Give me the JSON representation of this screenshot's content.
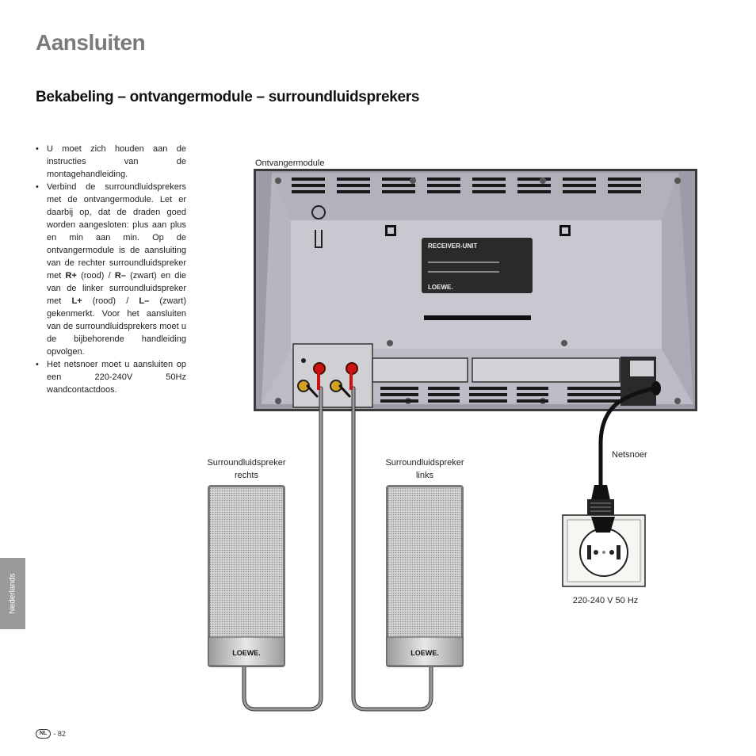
{
  "page": {
    "title": "Aansluiten",
    "subtitle": "Bekabeling – ontvangermodule – surroundluidsprekers"
  },
  "instructions": {
    "item1": "U moet zich houden aan de instructies van de montagehandleiding.",
    "item2_part1": "Verbind de surroundluidsprekers met de ontvangermodule. Let er daarbij op, dat de draden goed worden aangesloten: plus aan plus en min aan min. Op de ontvangermodule is de aansluiting van de rechter surroundluidspreker met ",
    "item2_r_plus": "R+",
    "item2_part2": " (rood) / ",
    "item2_r_minus": "R–",
    "item2_part3": " (zwart) en die van de linker surroundluidspreker met ",
    "item2_l_plus": "L+",
    "item2_part4": " (rood) / ",
    "item2_l_minus": "L–",
    "item2_part5": " (zwart) gekenmerkt. Voor het aansluiten van de surroundluidsprekers moet u de bijbehorende handleiding opvolgen.",
    "item3": "Het netsnoer moet u aansluiten op een 220-240V 50Hz wandcontactdoos."
  },
  "diagram": {
    "receiver_label": "Ontvangermodule",
    "speaker_right_label_1": "Surroundluidspreker",
    "speaker_right_label_2": "rechts",
    "speaker_left_label_1": "Surroundluidspreker",
    "speaker_left_label_2": "links",
    "power_cord_label": "Netsnoer",
    "outlet_label": "220-240 V 50 Hz",
    "receiver_plate_title": "RECEIVER-UNIT",
    "brand": "LOEWE."
  },
  "sidebar": {
    "tab_label": "Nederlands"
  },
  "footer": {
    "lang_badge": "NL",
    "page_number": "- 82"
  },
  "colors": {
    "title_gray": "#7a7a7a",
    "receiver_body": "#c9c8d0",
    "terminal_red": "#cc1111",
    "cable_gray": "#8a8a8a",
    "sidetab_gray": "#9a9a9a"
  }
}
